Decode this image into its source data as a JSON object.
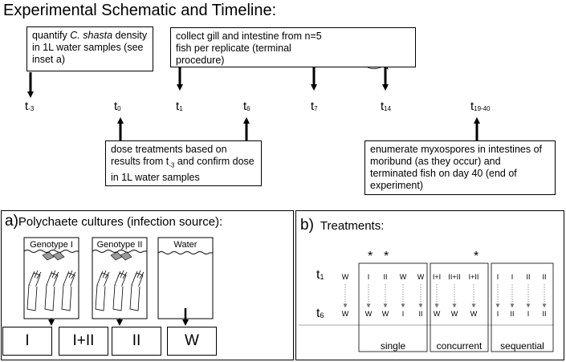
{
  "title": "Experimental Schematic and Timeline:",
  "timeline": {
    "box_quantify": {
      "pre": "quantify ",
      "species": "C. shasta",
      "post": " density in 1L water samples (see inset a)"
    },
    "box_collect": "collect gill and intestine from n=5 fish per replicate (terminal procedure)",
    "box_dose": {
      "a": "dose treatments based on results from t",
      "sub": "-3",
      "b": " and confirm dose in 1L water samples"
    },
    "box_enumerate": "enumerate myxospores in intestines of moribund (as they occur) and terminated fish on day 40 (end of experiment)",
    "ticks": [
      {
        "t": "t",
        "sub": "-3"
      },
      {
        "t": "t",
        "sub": "0"
      },
      {
        "t": "t",
        "sub": "1"
      },
      {
        "t": "t",
        "sub": "6"
      },
      {
        "t": "t",
        "sub": "7"
      },
      {
        "t": "t",
        "sub": "14"
      },
      {
        "t": "t",
        "sub": "19-40"
      }
    ]
  },
  "panel_a": {
    "letter": "a)",
    "title": "Polychaete cultures (infection source):",
    "jars": [
      "Genotype I",
      "Genotype II",
      "Water"
    ],
    "outputs": [
      "I",
      "I+II",
      "II",
      "W"
    ]
  },
  "panel_b": {
    "letter": "b)",
    "title": "Treatments:",
    "row_labels": [
      {
        "t": "t",
        "sub": "1"
      },
      {
        "t": "t",
        "sub": "6"
      }
    ],
    "columns_t1": [
      "W",
      "I",
      "II",
      "W",
      "W",
      "I+I",
      "II+II",
      "I+II",
      "I",
      "I",
      "II",
      "II"
    ],
    "columns_t6": [
      "W",
      "W",
      "W",
      "I",
      "II",
      "W",
      "W",
      "W",
      "I",
      "II",
      "I",
      "II"
    ],
    "stars": [
      "*",
      "*",
      "*"
    ],
    "groups": [
      "single",
      "concurrent",
      "sequential"
    ]
  },
  "icons": [
    "fish-icon",
    "polychaete-tube-icon",
    "arrow-down-icon",
    "arrow-up-icon"
  ]
}
